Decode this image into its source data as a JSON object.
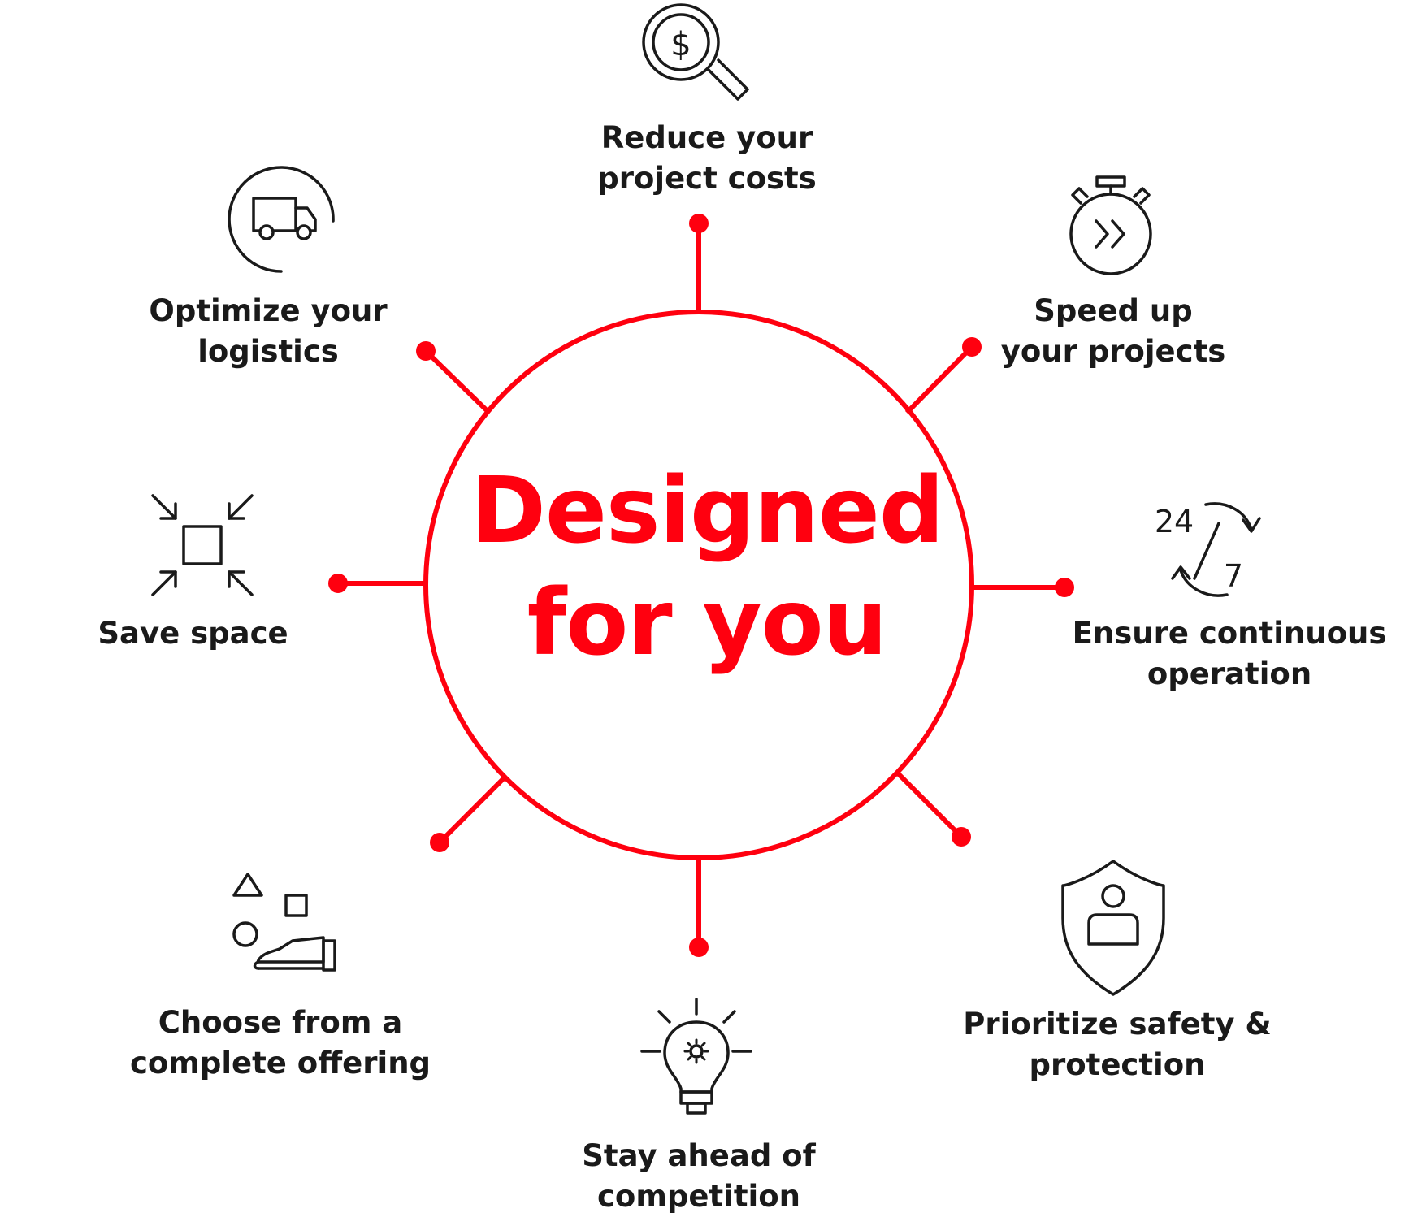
{
  "center": {
    "line1": "Designed",
    "line2": "for you"
  },
  "colors": {
    "accent": "#ff000f",
    "text": "#1a1a1a",
    "icon": "#1a1a1a"
  },
  "items": [
    {
      "line1": "Reduce your",
      "line2": "project costs",
      "icon": "dollar-magnifier-icon"
    },
    {
      "line1": "Speed up",
      "line2": "your projects",
      "icon": "stopwatch-fast-forward-icon"
    },
    {
      "line1": "Ensure continuous",
      "line2": "operation",
      "icon": "24-7-cycle-icon",
      "icon_text_a": "24",
      "icon_text_b": "7"
    },
    {
      "line1": "Prioritize safety &",
      "line2": "protection",
      "icon": "shield-person-icon"
    },
    {
      "line1": "Stay ahead of",
      "line2": "competition",
      "icon": "lightbulb-gear-icon"
    },
    {
      "line1": "Choose from a",
      "line2": "complete offering",
      "icon": "hand-shapes-icon"
    },
    {
      "line1": "Save space",
      "icon": "compress-arrows-icon"
    },
    {
      "line1": "Optimize your",
      "line2": "logistics",
      "icon": "truck-icon"
    }
  ]
}
